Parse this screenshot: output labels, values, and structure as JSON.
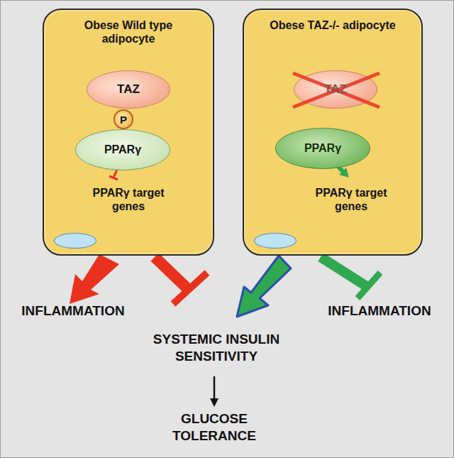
{
  "diagram": {
    "nodes": [
      {
        "text": [
          "Obese Wild type adipocyte",
          "PPARγ target genes"
        ]
      },
      {
        "text": [
          "TAZ"
        ],
        "in": 0
      },
      {
        "text": [
          "P"
        ],
        "in": 0
      },
      {
        "text": [
          "PPARγ"
        ],
        "in": 0
      },
      {
        "text": [
          "Obese TAZ-/- adipocyte",
          "PPARγ target genes"
        ]
      },
      {
        "text": [
          "TAZ"
        ],
        "in": 4
      },
      {
        "text": [
          "PPARγ"
        ],
        "in": 4
      }
    ],
    "labels": [
      "INFLAMMATION",
      "INFLAMMATION",
      "SYSTEMIC INSULIN SENSITIVITY",
      "GLUCOSE TOLERANCE"
    ]
  }
}
